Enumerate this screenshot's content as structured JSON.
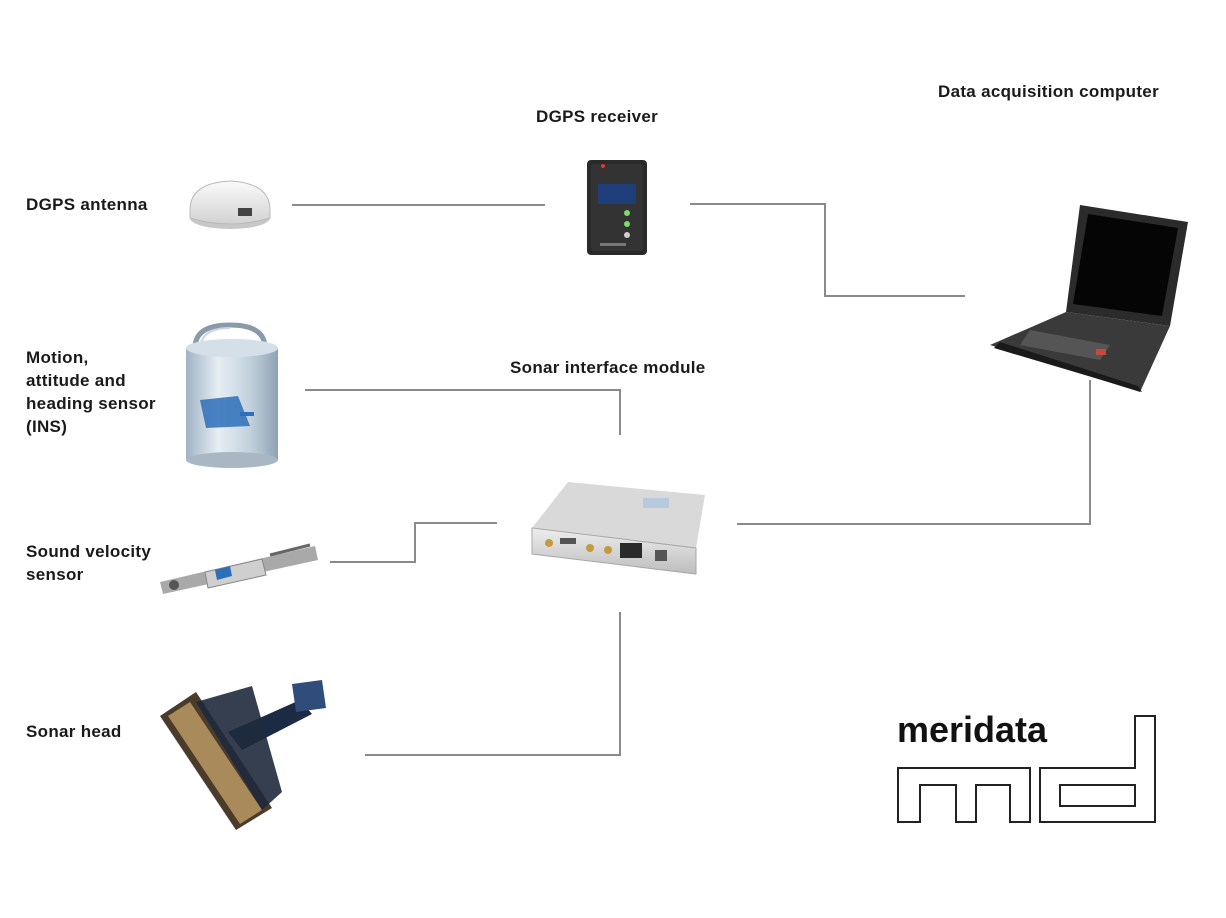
{
  "labels": {
    "computer": "Data acquisition computer",
    "receiver": "DGPS receiver",
    "antenna": "DGPS antenna",
    "ins": "Motion,\nattitude and\nheading sensor\n(INS)",
    "sim": "Sonar interface module",
    "sound": "Sound velocity\nsensor",
    "head": "Sonar head"
  },
  "logo": {
    "word": "meridata",
    "initials": "md"
  },
  "colors": {
    "line": "#8a8a8a",
    "device_dark": "#2a2a2a",
    "device_light": "#d8d8d8",
    "screen": "#1f3f7a",
    "sensor_blue": "#2d6fb8"
  }
}
